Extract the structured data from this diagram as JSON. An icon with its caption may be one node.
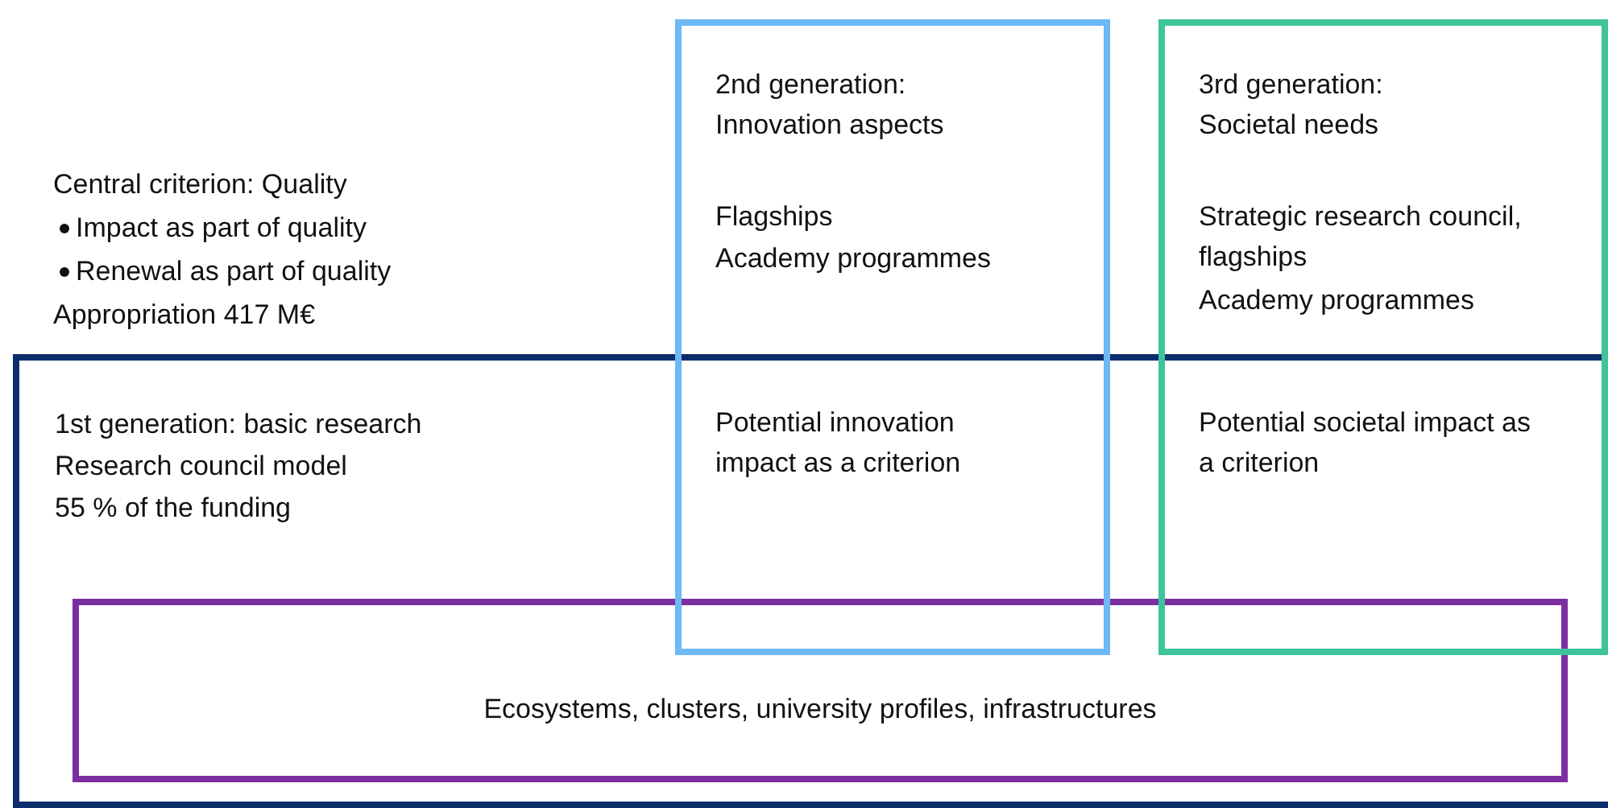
{
  "diagram": {
    "nodes": [
      {
        "text": [
          "1st generation: basic research",
          "Research council model",
          "55 % of the funding"
        ]
      },
      {
        "text": [
          "2nd generation: Innovation aspects",
          "Flagships",
          "Academy programmes",
          "Potential innovation impact as a criterion"
        ]
      },
      {
        "text": [
          "3rd generation: Societal needs",
          "Strategic research council, flagships",
          "Academy programmes",
          "Potential societal impact as a criterion"
        ]
      },
      {
        "text": [
          "Ecosystems, clusters, university profiles, infrastructures"
        ],
        "in": 0
      }
    ],
    "edges": [],
    "labels": [
      "Central criterion: Quality",
      "Impact as part of quality",
      "Renewal as part of quality",
      "Appropriation 417 M€"
    ]
  }
}
